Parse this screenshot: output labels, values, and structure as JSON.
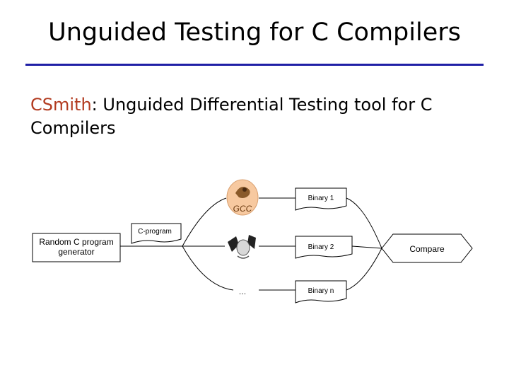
{
  "slide": {
    "title": "Unguided Testing for C Compilers",
    "bullet_highlight": "CSmith",
    "bullet_rest": ": Unguided Differential Testing tool for C Compilers"
  },
  "diagram": {
    "generator_label_line1": "Random C program",
    "generator_label_line2": "generator",
    "program_label": "C-program",
    "compiler_1_logo_text": "GCC",
    "compiler_n_label": "…",
    "binary_1": "Binary 1",
    "binary_2": "Binary 2",
    "binary_n": "Binary n",
    "compare_label": "Compare"
  },
  "colors": {
    "title_rule": "#1f1fa6",
    "highlight": "#b23a1f",
    "gcc_orange": "#f7c9a0"
  }
}
